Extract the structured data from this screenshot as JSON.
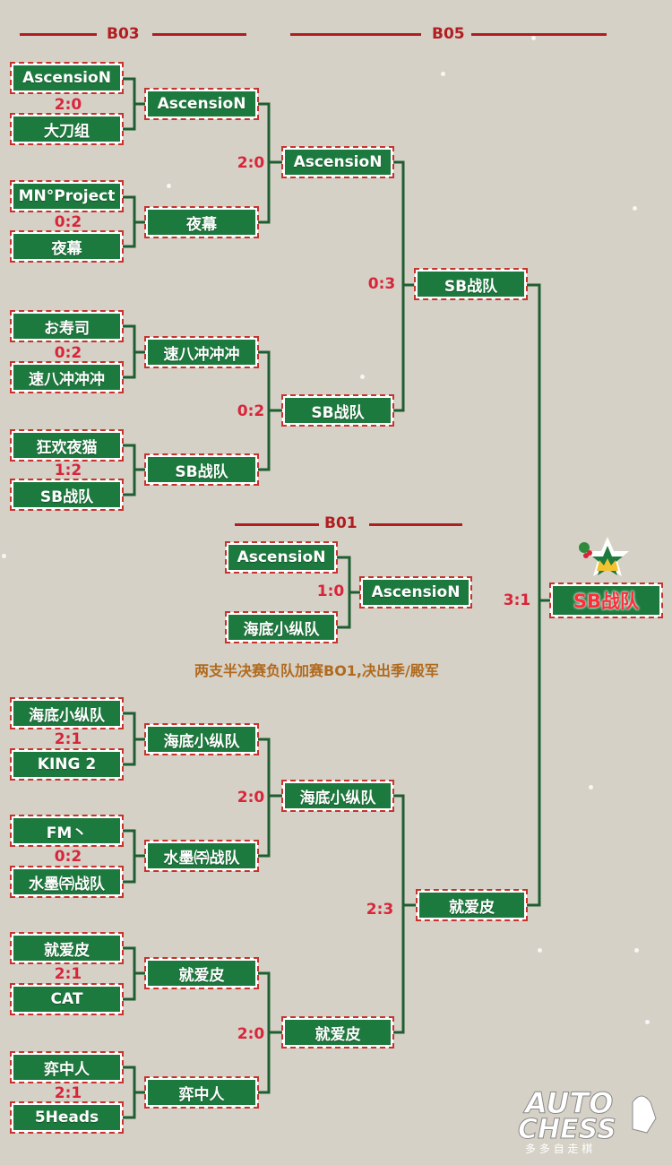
{
  "headers": {
    "bo3": "B03",
    "bo5": "B05",
    "bo1": "B01"
  },
  "note": "两支半决赛负队加赛BO1,决出季/殿军",
  "round1": [
    {
      "a": "AscensioN",
      "b": "大刀组",
      "score": "2:0"
    },
    {
      "a": "MN°Project",
      "b": "夜幕",
      "score": "0:2"
    },
    {
      "a": "お寿司",
      "b": "速八冲冲冲",
      "score": "0:2"
    },
    {
      "a": "狂欢夜猫",
      "b": "SB战队",
      "score": "1:2"
    },
    {
      "a": "海底小纵队",
      "b": "KING 2",
      "score": "2:1"
    },
    {
      "a": "FM丶",
      "b": "水墨㈜战队",
      "score": "0:2"
    },
    {
      "a": "就爱皮",
      "b": "CAT",
      "score": "2:1"
    },
    {
      "a": "弈中人",
      "b": "5Heads",
      "score": "2:1"
    }
  ],
  "round2": [
    "AscensioN",
    "夜幕",
    "速八冲冲冲",
    "SB战队",
    "海底小纵队",
    "水墨㈜战队",
    "就爱皮",
    "弈中人"
  ],
  "round2_scores": [
    "2:0",
    "0:2",
    "2:0",
    "2:0"
  ],
  "round3": [
    "AscensioN",
    "SB战队",
    "海底小纵队",
    "就爱皮"
  ],
  "round3_scores": [
    "0:3",
    "2:3"
  ],
  "semis": [
    "SB战队",
    "就爱皮"
  ],
  "final_score": "3:1",
  "champion": "SB战队",
  "third_place": {
    "a": "AscensioN",
    "b": "海底小纵队",
    "score": "1:0",
    "winner": "AscensioN"
  },
  "logo": {
    "line1": "AUTO",
    "line2": "CHESS",
    "sub": "多 多 自 走 棋"
  },
  "colors": {
    "box": "#1d7a3e",
    "score": "#d8253a",
    "header": "#b01e22",
    "line": "#1f5e32",
    "note": "#b06a1e"
  }
}
